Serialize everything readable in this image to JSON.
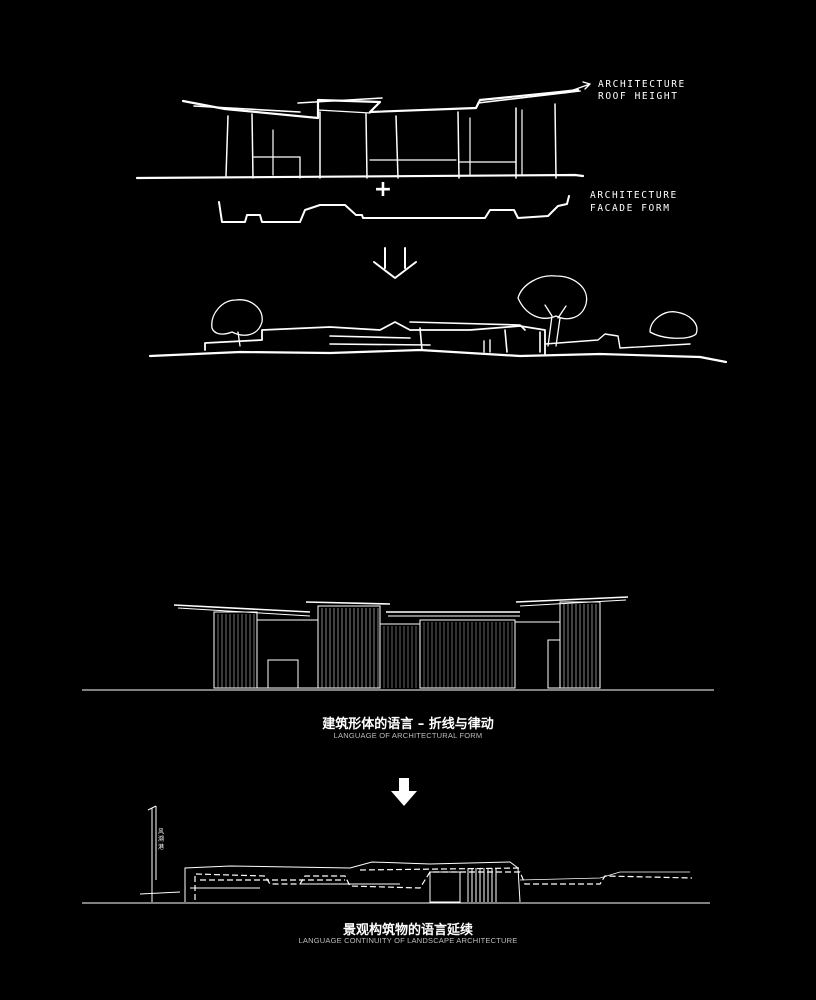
{
  "sketch": {
    "label_roof_line1": "ARCHITECTURE",
    "label_roof_line2": "ROOF HEIGHT",
    "label_facade_line1": "ARCHITECTURE",
    "label_facade_line2": "FACADE FORM",
    "plus_symbol": "+"
  },
  "elevation": {
    "title_cn": "建筑形体的语言 – 折线与律动",
    "title_en": "LANGUAGE OF ARCHITECTURAL FORM"
  },
  "landscape": {
    "title_cn": "景观构筑物的语言延续",
    "title_en": "LANGUAGE CONTINUITY OF LANDSCAPE ARCHITECTURE",
    "sign_text": "风 溯 港"
  },
  "colors": {
    "background": "#000000",
    "line": "#ffffff",
    "caption_sub": "#bdbdbd"
  }
}
